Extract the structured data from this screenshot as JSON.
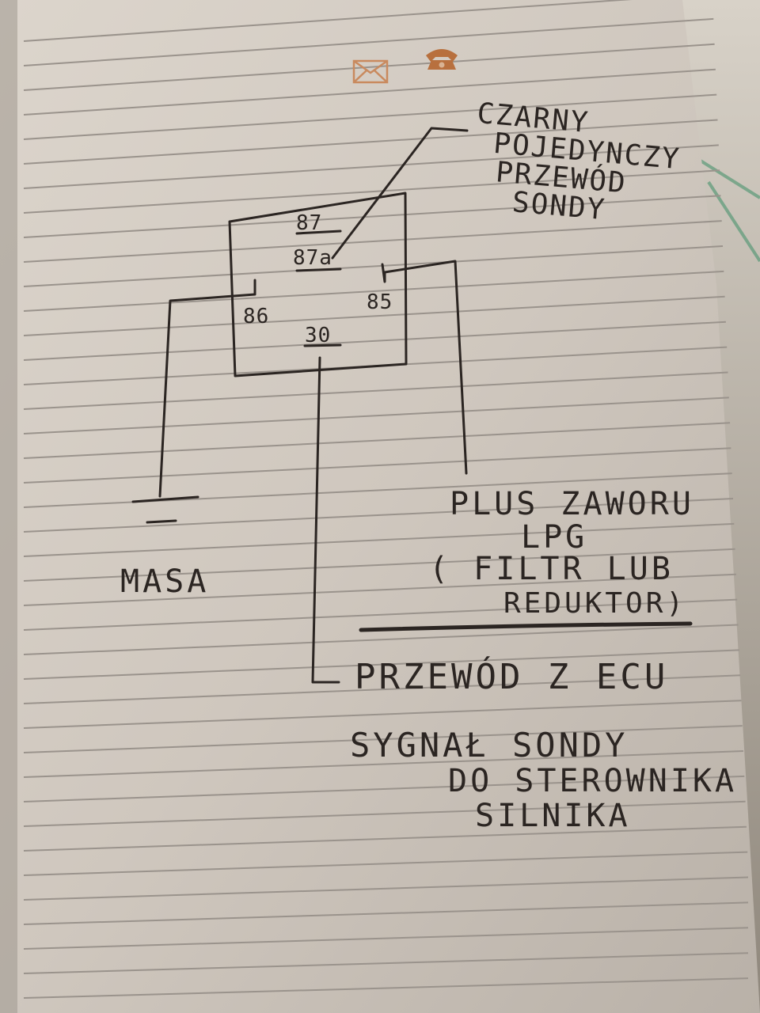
{
  "header_icons": [
    {
      "icon": "envelope-icon"
    },
    {
      "icon": "telephone-icon"
    }
  ],
  "note_color": "#c98a5e",
  "ink_color": "#2b2522",
  "relay_pins": {
    "p87": "87",
    "p87a": "87a",
    "p86": "86",
    "p85": "85",
    "p30": "30"
  },
  "labels": {
    "probe_wire": [
      "CZARNY",
      "POJEDYNCZY",
      "PRZEWÓD",
      "SONDY"
    ],
    "ground": "MASA",
    "lpg_plus": [
      "PLUS ZAWORU",
      "LPG",
      "( FILTR LUB",
      "REDUKTOR)"
    ],
    "ecu_wire": "PRZEWÓD Z ECU",
    "signal": [
      "SYGNAŁ SONDY",
      "DO STEROWNIKA",
      "SILNIKA"
    ]
  }
}
